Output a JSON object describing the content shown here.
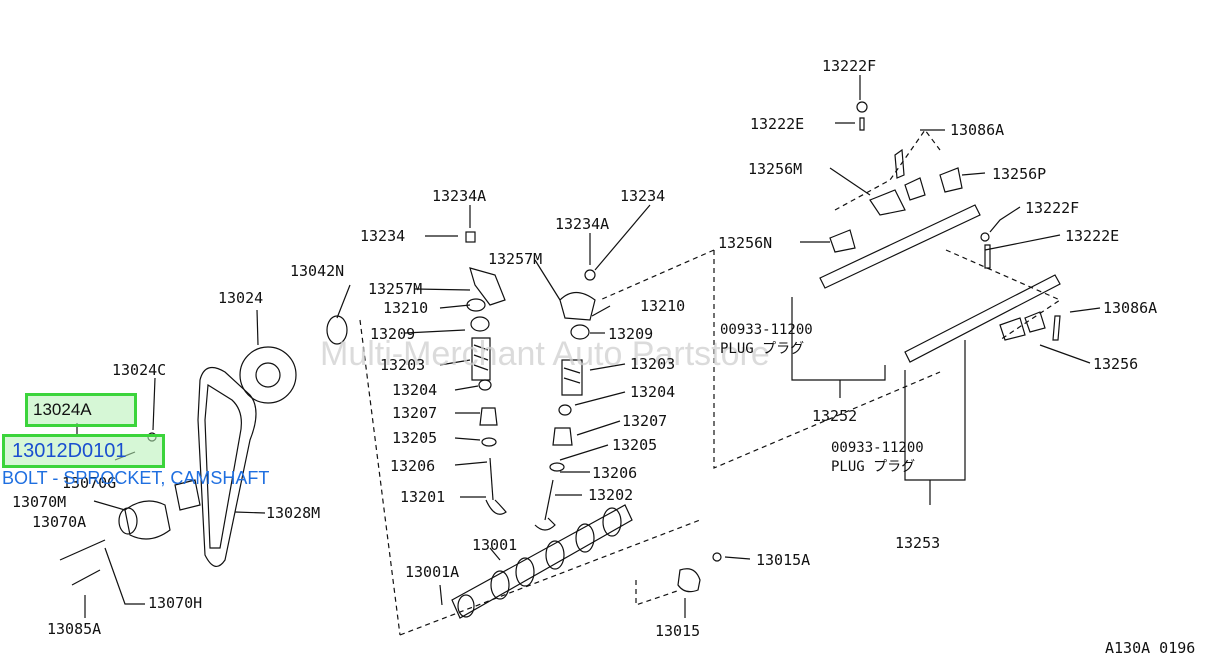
{
  "watermark": "Multi-Merchant Auto Partstore",
  "figure_ref": "A130A 0196",
  "highlight": {
    "selected_part": "13024A",
    "hover_part": "13012D0101",
    "hover_description": "BOLT - SPROCKET, CAMSHAFT"
  },
  "parts": {
    "p13222F_top": "13222F",
    "p13222E_top": "13222E",
    "p13086A_top": "13086A",
    "p13256M_top": "13256M",
    "p13256P": "13256P",
    "p13256N": "13256N",
    "p13222F_mid": "13222F",
    "p13222E_mid": "13222E",
    "p13086A_right": "13086A",
    "p13256": "13256",
    "p13252": "13252",
    "p13253": "13253",
    "p13234A_l": "13234A",
    "p13234_r": "13234",
    "p13234A_r": "13234A",
    "p13234_l": "13234",
    "p13042N": "13042N",
    "p13257M_r": "13257M",
    "p13257M_l": "13257M",
    "p13024": "13024",
    "p13210_l": "13210",
    "p13210_r": "13210",
    "p13209_l": "13209",
    "p13209_r": "13209",
    "p13203_l": "13203",
    "p13203_r": "13203",
    "p13024C": "13024C",
    "p13204_l": "13204",
    "p13204_r": "13204",
    "p13207_l": "13207",
    "p13207_r": "13207",
    "p13205_l": "13205",
    "p13205_r": "13205",
    "p13206_l": "13206",
    "p13206_r": "13206",
    "p13201": "13201",
    "p13202": "13202",
    "p13070G": "13070G",
    "p13070M": "13070M",
    "p13070A": "13070A",
    "p13028M": "13028M",
    "p13001": "13001",
    "p13001A": "13001A",
    "p13015A": "13015A",
    "p13015": "13015",
    "p13070H": "13070H",
    "p13085A": "13085A"
  },
  "plugs": {
    "plug1_num": "00933-11200",
    "plug1_text": "PLUG プラグ",
    "plug2_num": "00933-11200",
    "plug2_text": "PLUG プラグ"
  }
}
